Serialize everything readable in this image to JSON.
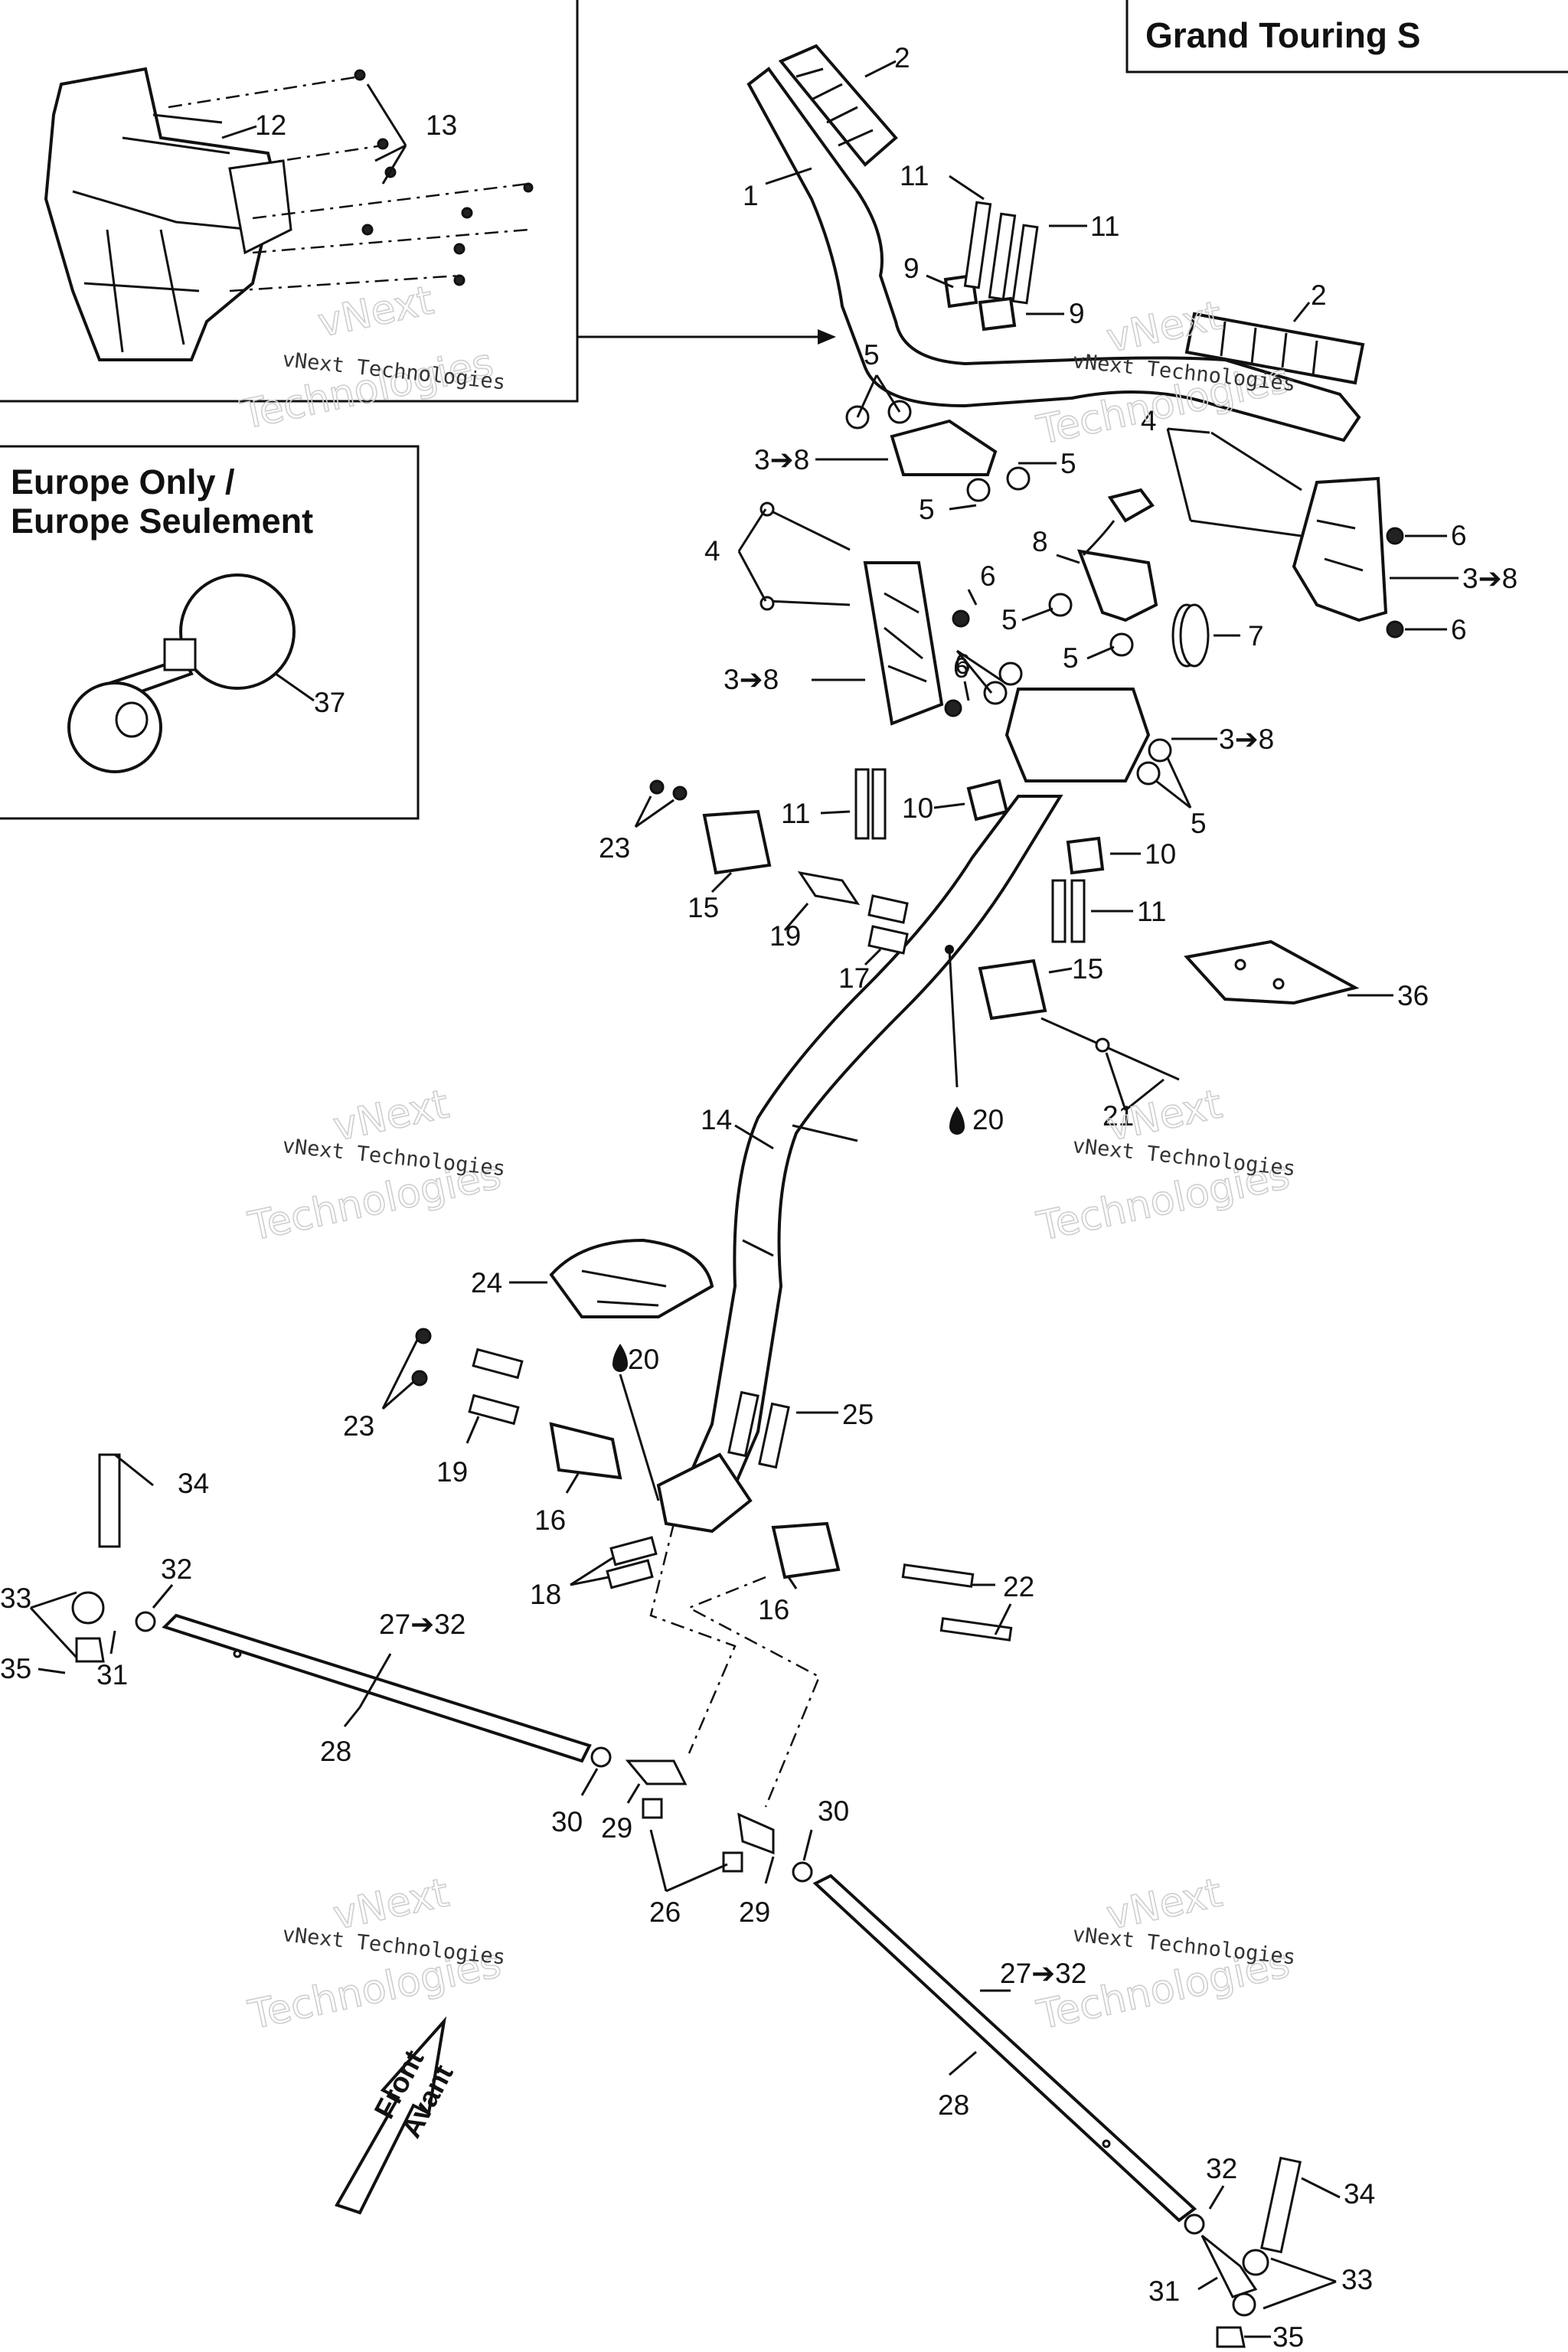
{
  "header": {
    "title": "Grand Touring S"
  },
  "europe_box": {
    "line1": "Europe Only /",
    "line2": "Europe Seulement"
  },
  "watermark": {
    "line1": "vNext",
    "line2": "Technologies",
    "small": "vNext Technologies"
  },
  "front_arrow": {
    "line1": "Front",
    "line2": "Avant"
  },
  "callouts": {
    "c1": "1",
    "c2a": "2",
    "c2b": "2",
    "c3a": "3➔8",
    "c3b": "3➔8",
    "c3c": "3➔8",
    "c3d": "3➔8",
    "c4a": "4",
    "c4b": "4",
    "c5a": "5",
    "c5b": "5",
    "c5c": "5",
    "c5d": "5",
    "c5e": "5",
    "c5f": "5",
    "c6a": "6",
    "c6b": "6",
    "c6c": "6",
    "c6d": "6",
    "c7": "7",
    "c8": "8",
    "c9a": "9",
    "c9b": "9",
    "c10a": "10",
    "c10b": "10",
    "c11a": "11",
    "c11b": "11",
    "c11c": "11",
    "c11d": "11",
    "c12": "12",
    "c13": "13",
    "c14": "14",
    "c15a": "15",
    "c15b": "15",
    "c16a": "16",
    "c16b": "16",
    "c17": "17",
    "c18": "18",
    "c19a": "19",
    "c19b": "19",
    "c20a": "20",
    "c20b": "20",
    "c21": "21",
    "c22": "22",
    "c23a": "23",
    "c23b": "23",
    "c24": "24",
    "c25": "25",
    "c26": "26",
    "c27a": "27➔32",
    "c27b": "27➔32",
    "c28a": "28",
    "c28b": "28",
    "c29a": "29",
    "c29b": "29",
    "c30a": "30",
    "c30b": "30",
    "c31a": "31",
    "c31b": "31",
    "c32a": "32",
    "c32b": "32",
    "c33a": "33",
    "c33b": "33",
    "c34a": "34",
    "c34b": "34",
    "c35a": "35",
    "c35b": "35",
    "c36": "36",
    "c37": "37"
  },
  "icons": {
    "oil_drop": "oil-drop-icon",
    "front_arrow": "front-arrow-icon"
  }
}
